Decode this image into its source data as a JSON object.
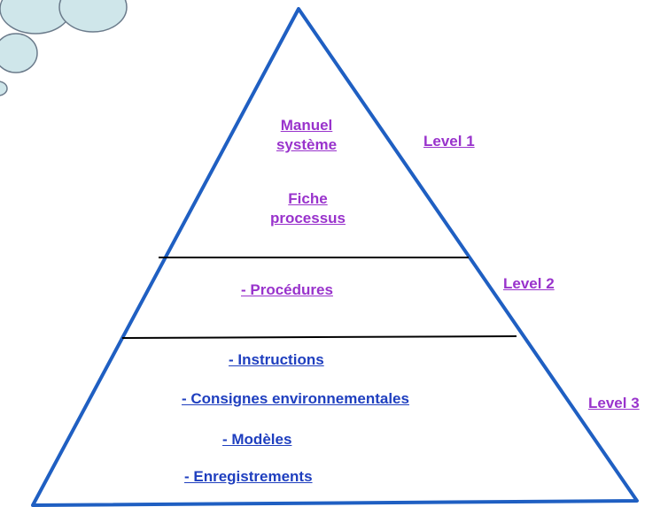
{
  "colors": {
    "pyramid_outline": "#1f5fc2",
    "divider": "#000000",
    "cloud_fill": "#cfe6ea",
    "cloud_stroke": "#6b7b8b",
    "link_purple": "#9933cc",
    "link_blue": "#1f3fbf"
  },
  "pyramid": {
    "top_level": {
      "items": [
        "Manuel système",
        "Fiche processus"
      ],
      "link_color": "purple"
    },
    "middle_level": {
      "items": [
        "- Procédures"
      ],
      "link_color": "purple"
    },
    "bottom_level": {
      "items": [
        "- Instructions",
        "- Consignes environnementales",
        "- Modèles",
        "- Enregistrements"
      ],
      "link_color": "blue"
    }
  },
  "level_labels": [
    "Level 1",
    "Level 2",
    "Level 3"
  ],
  "decorations": [
    "cloud-shape"
  ]
}
